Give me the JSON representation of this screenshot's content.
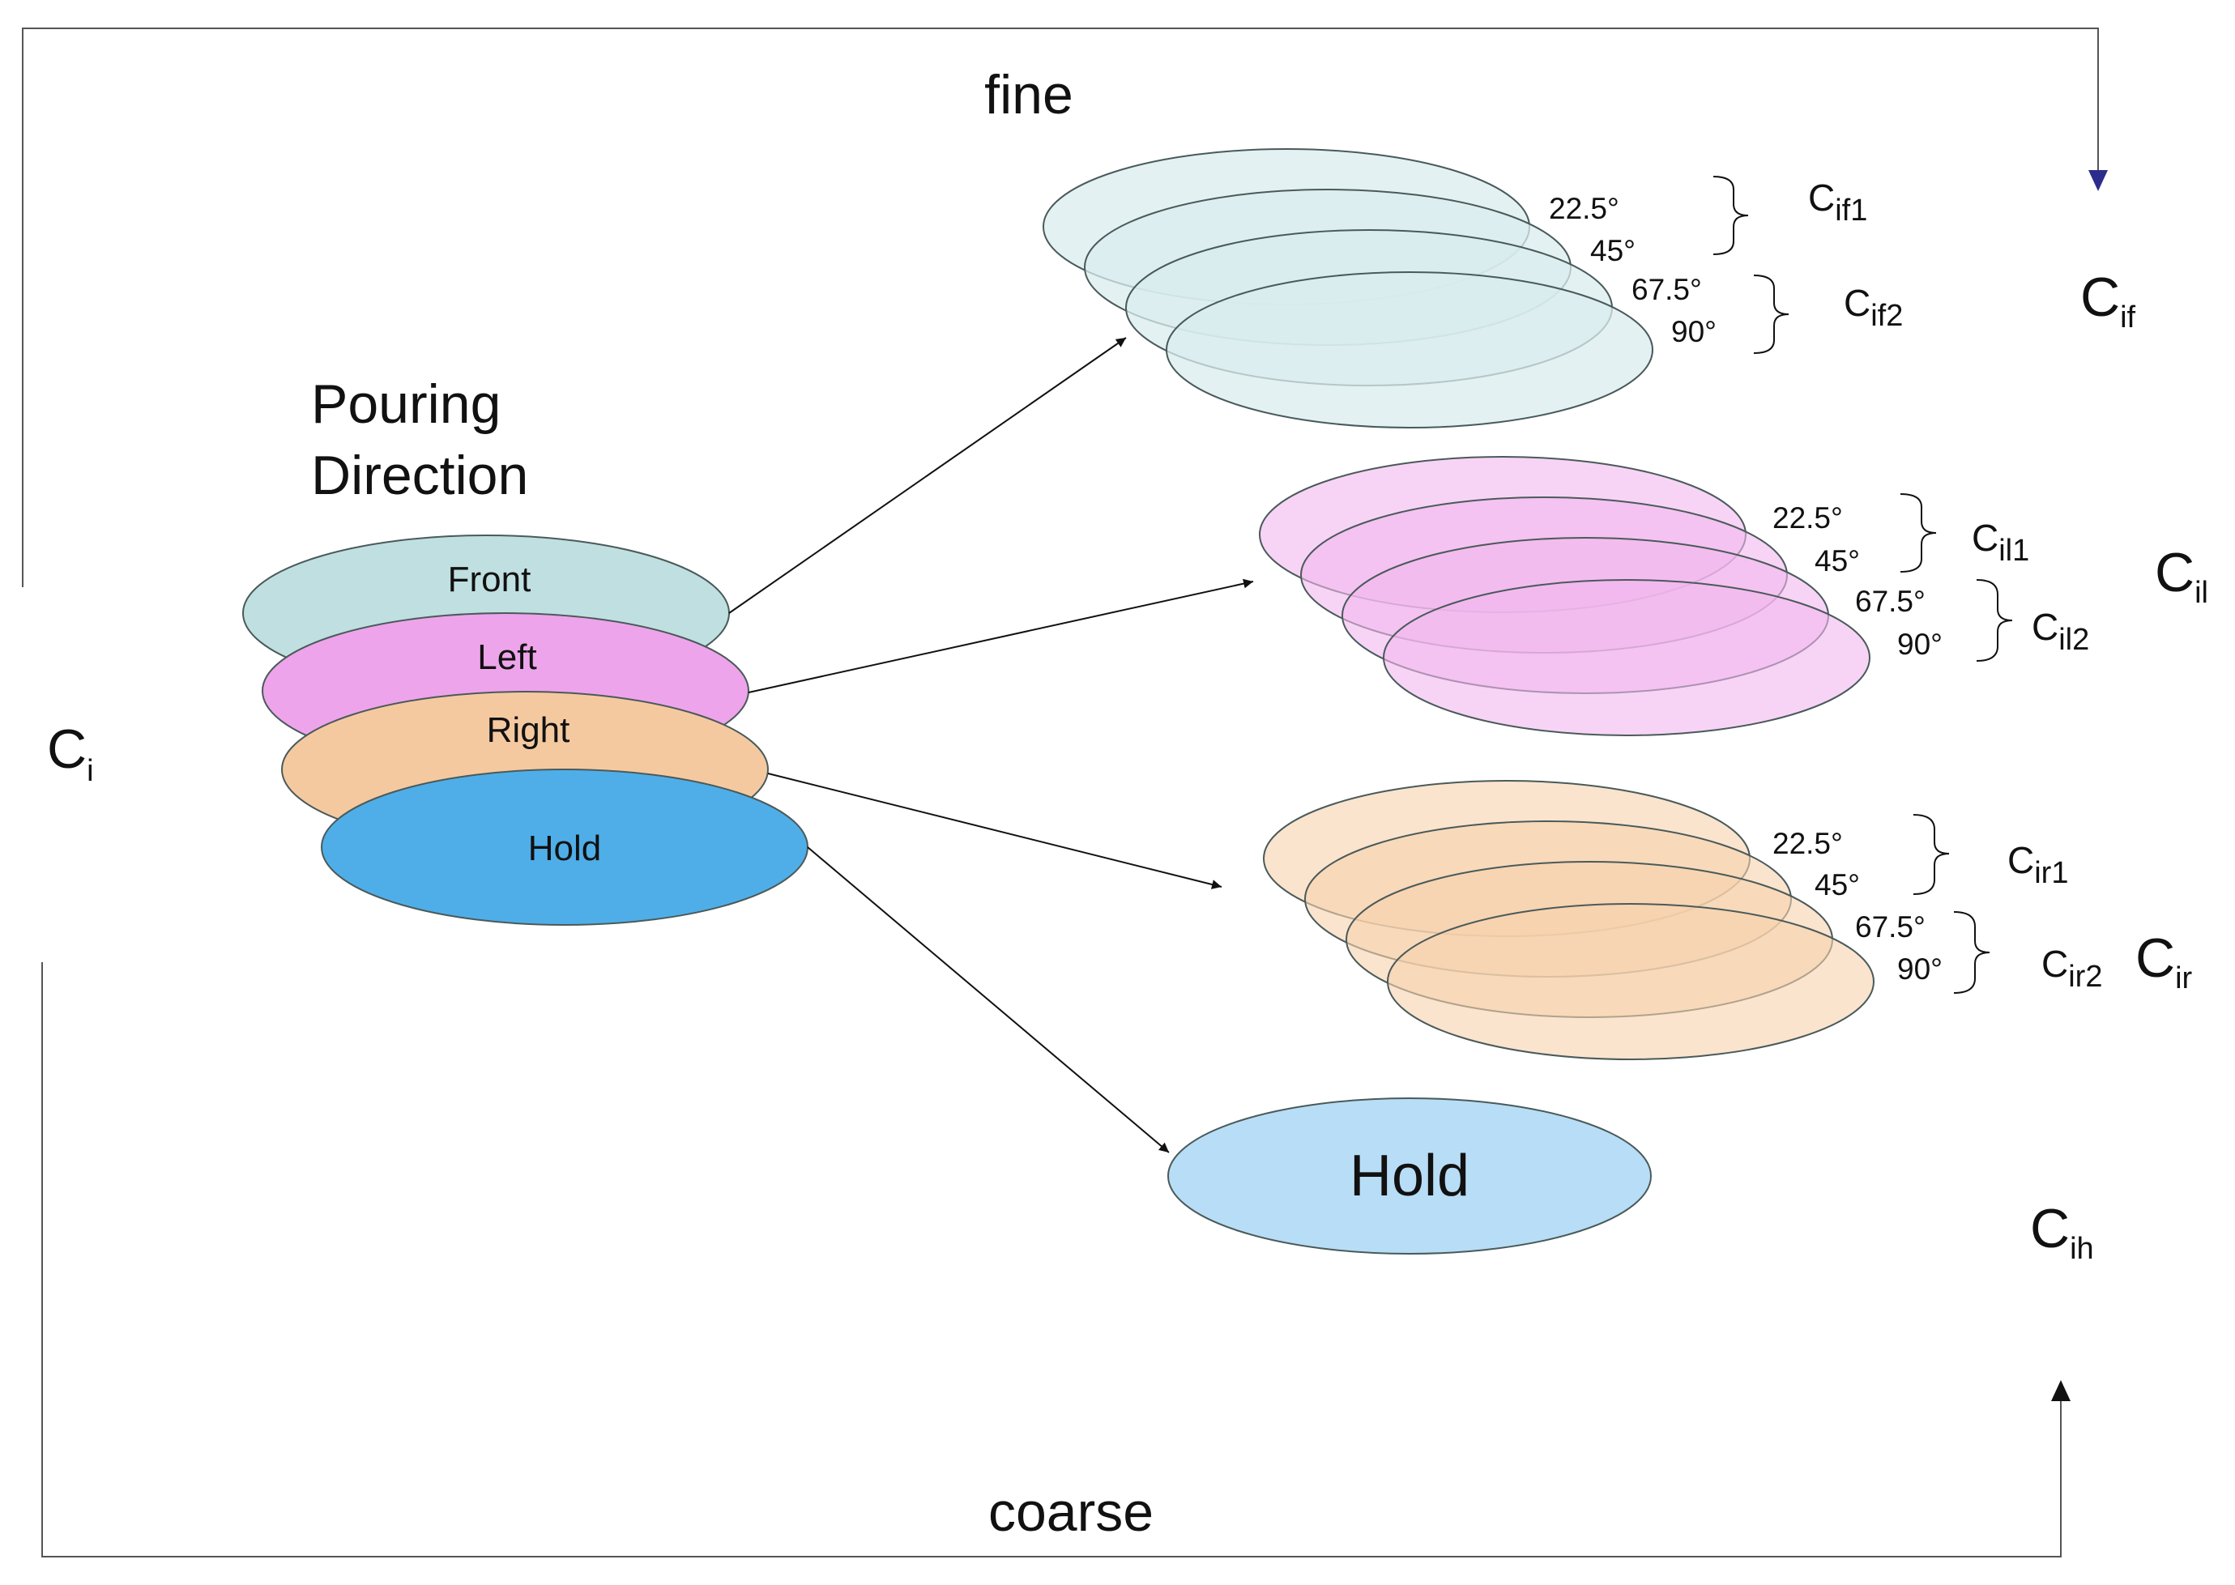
{
  "title": {
    "line1": "Pouring",
    "line2": "Direction"
  },
  "input_label": {
    "main": "C",
    "sub": "i"
  },
  "path_labels": {
    "top": "fine",
    "bottom": "coarse"
  },
  "pouring_directions": [
    {
      "label": "Front",
      "color": "#c0dfe0"
    },
    {
      "label": "Left",
      "color": "#eea4ea"
    },
    {
      "label": "Right",
      "color": "#f5c9a0"
    },
    {
      "label": "Hold",
      "color": "#4faee8"
    }
  ],
  "groups": {
    "front": {
      "fill": "#d9ecee",
      "class": {
        "main": "C",
        "sub": "if"
      },
      "angles": [
        "22.5°",
        "45°",
        "67.5°",
        "90°"
      ],
      "sub1": {
        "main": "C",
        "sub": "if1"
      },
      "sub2": {
        "main": "C",
        "sub": "if2"
      }
    },
    "left": {
      "fill": "#f2b8ee",
      "class": {
        "main": "C",
        "sub": "il"
      },
      "angles": [
        "22.5°",
        "45°",
        "67.5°",
        "90°"
      ],
      "sub1": {
        "main": "C",
        "sub": "il1"
      },
      "sub2": {
        "main": "C",
        "sub": "il2"
      }
    },
    "right": {
      "fill": "#f7d2ae",
      "class": {
        "main": "C",
        "sub": "ir"
      },
      "angles": [
        "22.5°",
        "45°",
        "67.5°",
        "90°"
      ],
      "sub1": {
        "main": "C",
        "sub": "ir1"
      },
      "sub2": {
        "main": "C",
        "sub": "ir2"
      }
    },
    "hold": {
      "label": "Hold",
      "fill": "#b8ddf6",
      "class": {
        "main": "C",
        "sub": "ih"
      }
    }
  },
  "colors": {
    "stroke": "#4a5a5a",
    "arrow": "#111111",
    "fine_arrow": "#2c2c8c"
  }
}
